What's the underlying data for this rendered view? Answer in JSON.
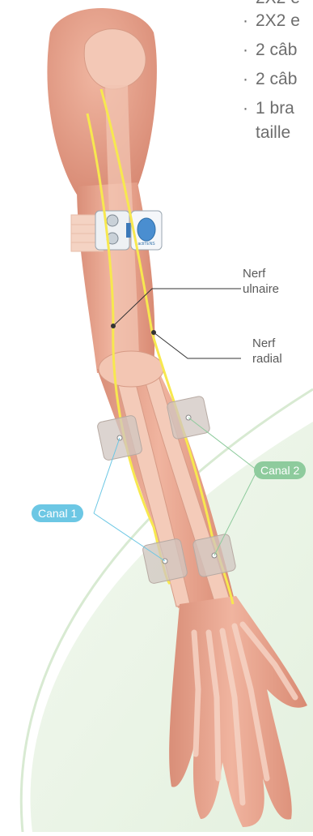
{
  "bullets": [
    {
      "text": "2X2 e"
    },
    {
      "text": "2 câb"
    },
    {
      "text": "2 câb"
    },
    {
      "text": "1 bra"
    },
    {
      "text": "taille"
    }
  ],
  "labels": {
    "ulnar_line1": "Nerf",
    "ulnar_line2": "ulnaire",
    "radial_line1": "Nerf",
    "radial_line2": "radial"
  },
  "channels": {
    "channel1": "Canal 1",
    "channel2": "Canal 2"
  },
  "device": {
    "brand": "actiTENS"
  },
  "colors": {
    "skin": "#e8a48d",
    "bone": "#f2c1ad",
    "nerve": "#f7e84f",
    "channel1": "#6cc7e4",
    "channel2": "#8ecb9d",
    "text": "#5a5a5a"
  }
}
